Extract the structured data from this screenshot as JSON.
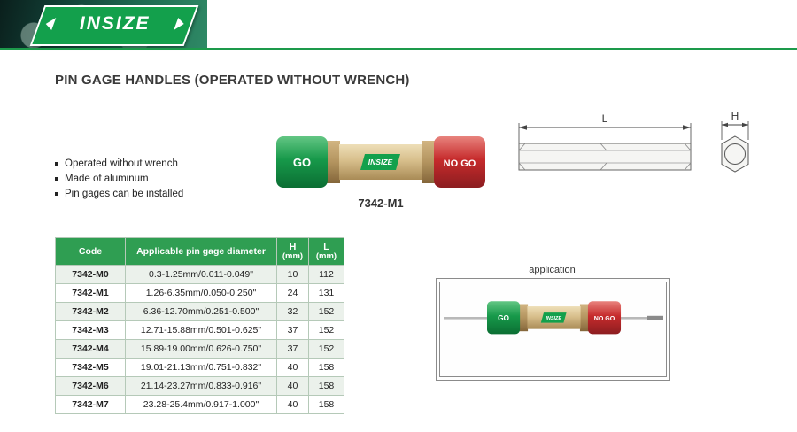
{
  "brand": {
    "logo_text": "INSIZE"
  },
  "page": {
    "title": "PIN GAGE HANDLES (OPERATED WITHOUT WRENCH)"
  },
  "features": [
    "Operated without wrench",
    "Made of aluminum",
    "Pin gages can be installed"
  ],
  "product": {
    "model": "7342-M1",
    "go_label": "GO",
    "nogo_label": "NO GO",
    "logo_text": "INSIZE"
  },
  "diagram": {
    "length_label": "L",
    "height_label": "H"
  },
  "application": {
    "caption": "application",
    "go_label": "GO",
    "nogo_label": "NO GO",
    "logo_text": "INSIZE"
  },
  "table": {
    "headers": {
      "code": "Code",
      "diameter": "Applicable pin gage diameter",
      "h": "H",
      "l": "L",
      "unit": "(mm)"
    },
    "rows": [
      {
        "code": "7342-M0",
        "diameter": "0.3-1.25mm/0.011-0.049\"",
        "h": "10",
        "l": "112"
      },
      {
        "code": "7342-M1",
        "diameter": "1.26-6.35mm/0.050-0.250\"",
        "h": "24",
        "l": "131"
      },
      {
        "code": "7342-M2",
        "diameter": "6.36-12.70mm/0.251-0.500\"",
        "h": "32",
        "l": "152"
      },
      {
        "code": "7342-M3",
        "diameter": "12.71-15.88mm/0.501-0.625\"",
        "h": "37",
        "l": "152"
      },
      {
        "code": "7342-M4",
        "diameter": "15.89-19.00mm/0.626-0.750\"",
        "h": "37",
        "l": "152"
      },
      {
        "code": "7342-M5",
        "diameter": "19.01-21.13mm/0.751-0.832\"",
        "h": "40",
        "l": "158"
      },
      {
        "code": "7342-M6",
        "diameter": "21.14-23.27mm/0.833-0.916\"",
        "h": "40",
        "l": "158"
      },
      {
        "code": "7342-M7",
        "diameter": "23.28-25.4mm/0.917-1.000\"",
        "h": "40",
        "l": "158"
      }
    ]
  },
  "colors": {
    "brand_green": "#13a04c",
    "table_header_green": "#2f9e52",
    "row_alt": "#ebf1eb",
    "go_green": "#17994a",
    "nogo_red": "#c62b2c",
    "body_tan": "#d8bf8c"
  }
}
